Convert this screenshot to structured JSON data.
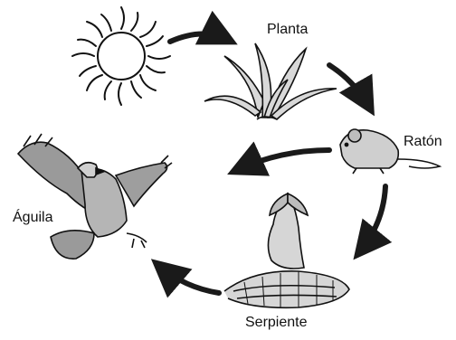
{
  "diagram": {
    "organisms": [
      {
        "id": "sun",
        "label": "",
        "icon": "sun-icon"
      },
      {
        "id": "plant",
        "label": "Planta",
        "icon": "plant-icon"
      },
      {
        "id": "mouse",
        "label": "Ratón",
        "icon": "mouse-icon"
      },
      {
        "id": "snake",
        "label": "Serpiente",
        "icon": "cobra-icon"
      },
      {
        "id": "eagle",
        "label": "Águila",
        "icon": "eagle-icon"
      }
    ],
    "flows": [
      {
        "from": "sun",
        "to": "plant"
      },
      {
        "from": "plant",
        "to": "mouse"
      },
      {
        "from": "mouse",
        "to": "snake"
      },
      {
        "from": "snake",
        "to": "eagle"
      },
      {
        "from": "mouse",
        "to": "eagle"
      }
    ],
    "colors": {
      "ink": "#111111",
      "sun": "#ffffff",
      "arrow": "#1a1a1a"
    }
  }
}
